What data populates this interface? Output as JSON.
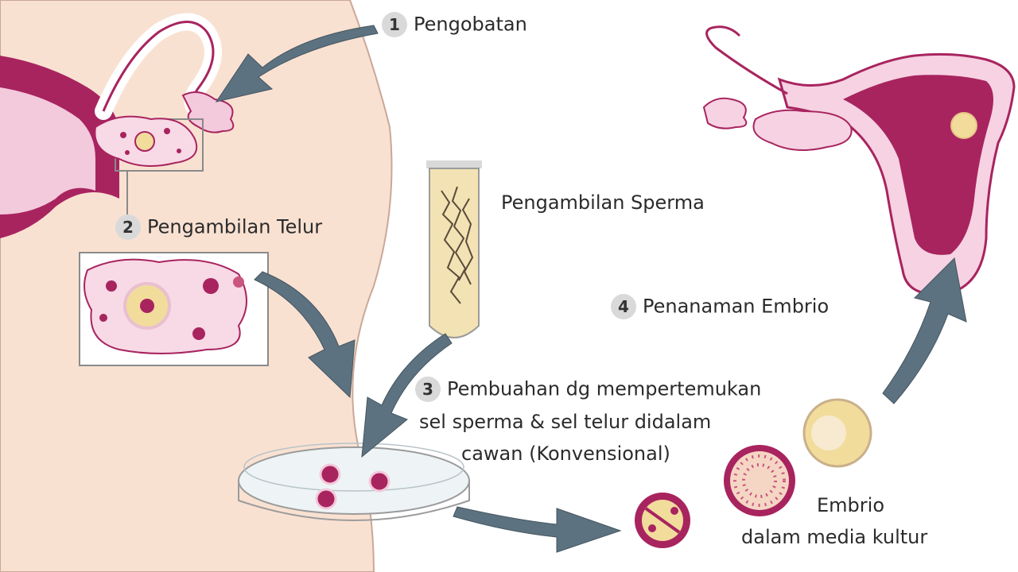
{
  "steps": [
    {
      "number": "1",
      "label": "Pengobatan"
    },
    {
      "number": "2",
      "label": "Pengambilan Telur"
    },
    {
      "number": "3",
      "lines": [
        "Pembuahan dg mempertemukan",
        "sel sperma & sel telur didalam",
        "cawan (Konvensional)"
      ]
    },
    {
      "number": "4",
      "label": "Penanaman Embrio"
    }
  ],
  "sperm_label": "Pengambilan Sperma",
  "embryo_label": [
    "Embrio",
    "dalam media kultur"
  ],
  "colors": {
    "skin": "#f9e1d2",
    "uterus": "#a8245f",
    "uterus_light": "#f3c9dc",
    "ovary": "#f8d9e6",
    "arrow": "#5d7280",
    "tube_fill": "#f3e3b4",
    "embryo": "#f2dc9c"
  }
}
